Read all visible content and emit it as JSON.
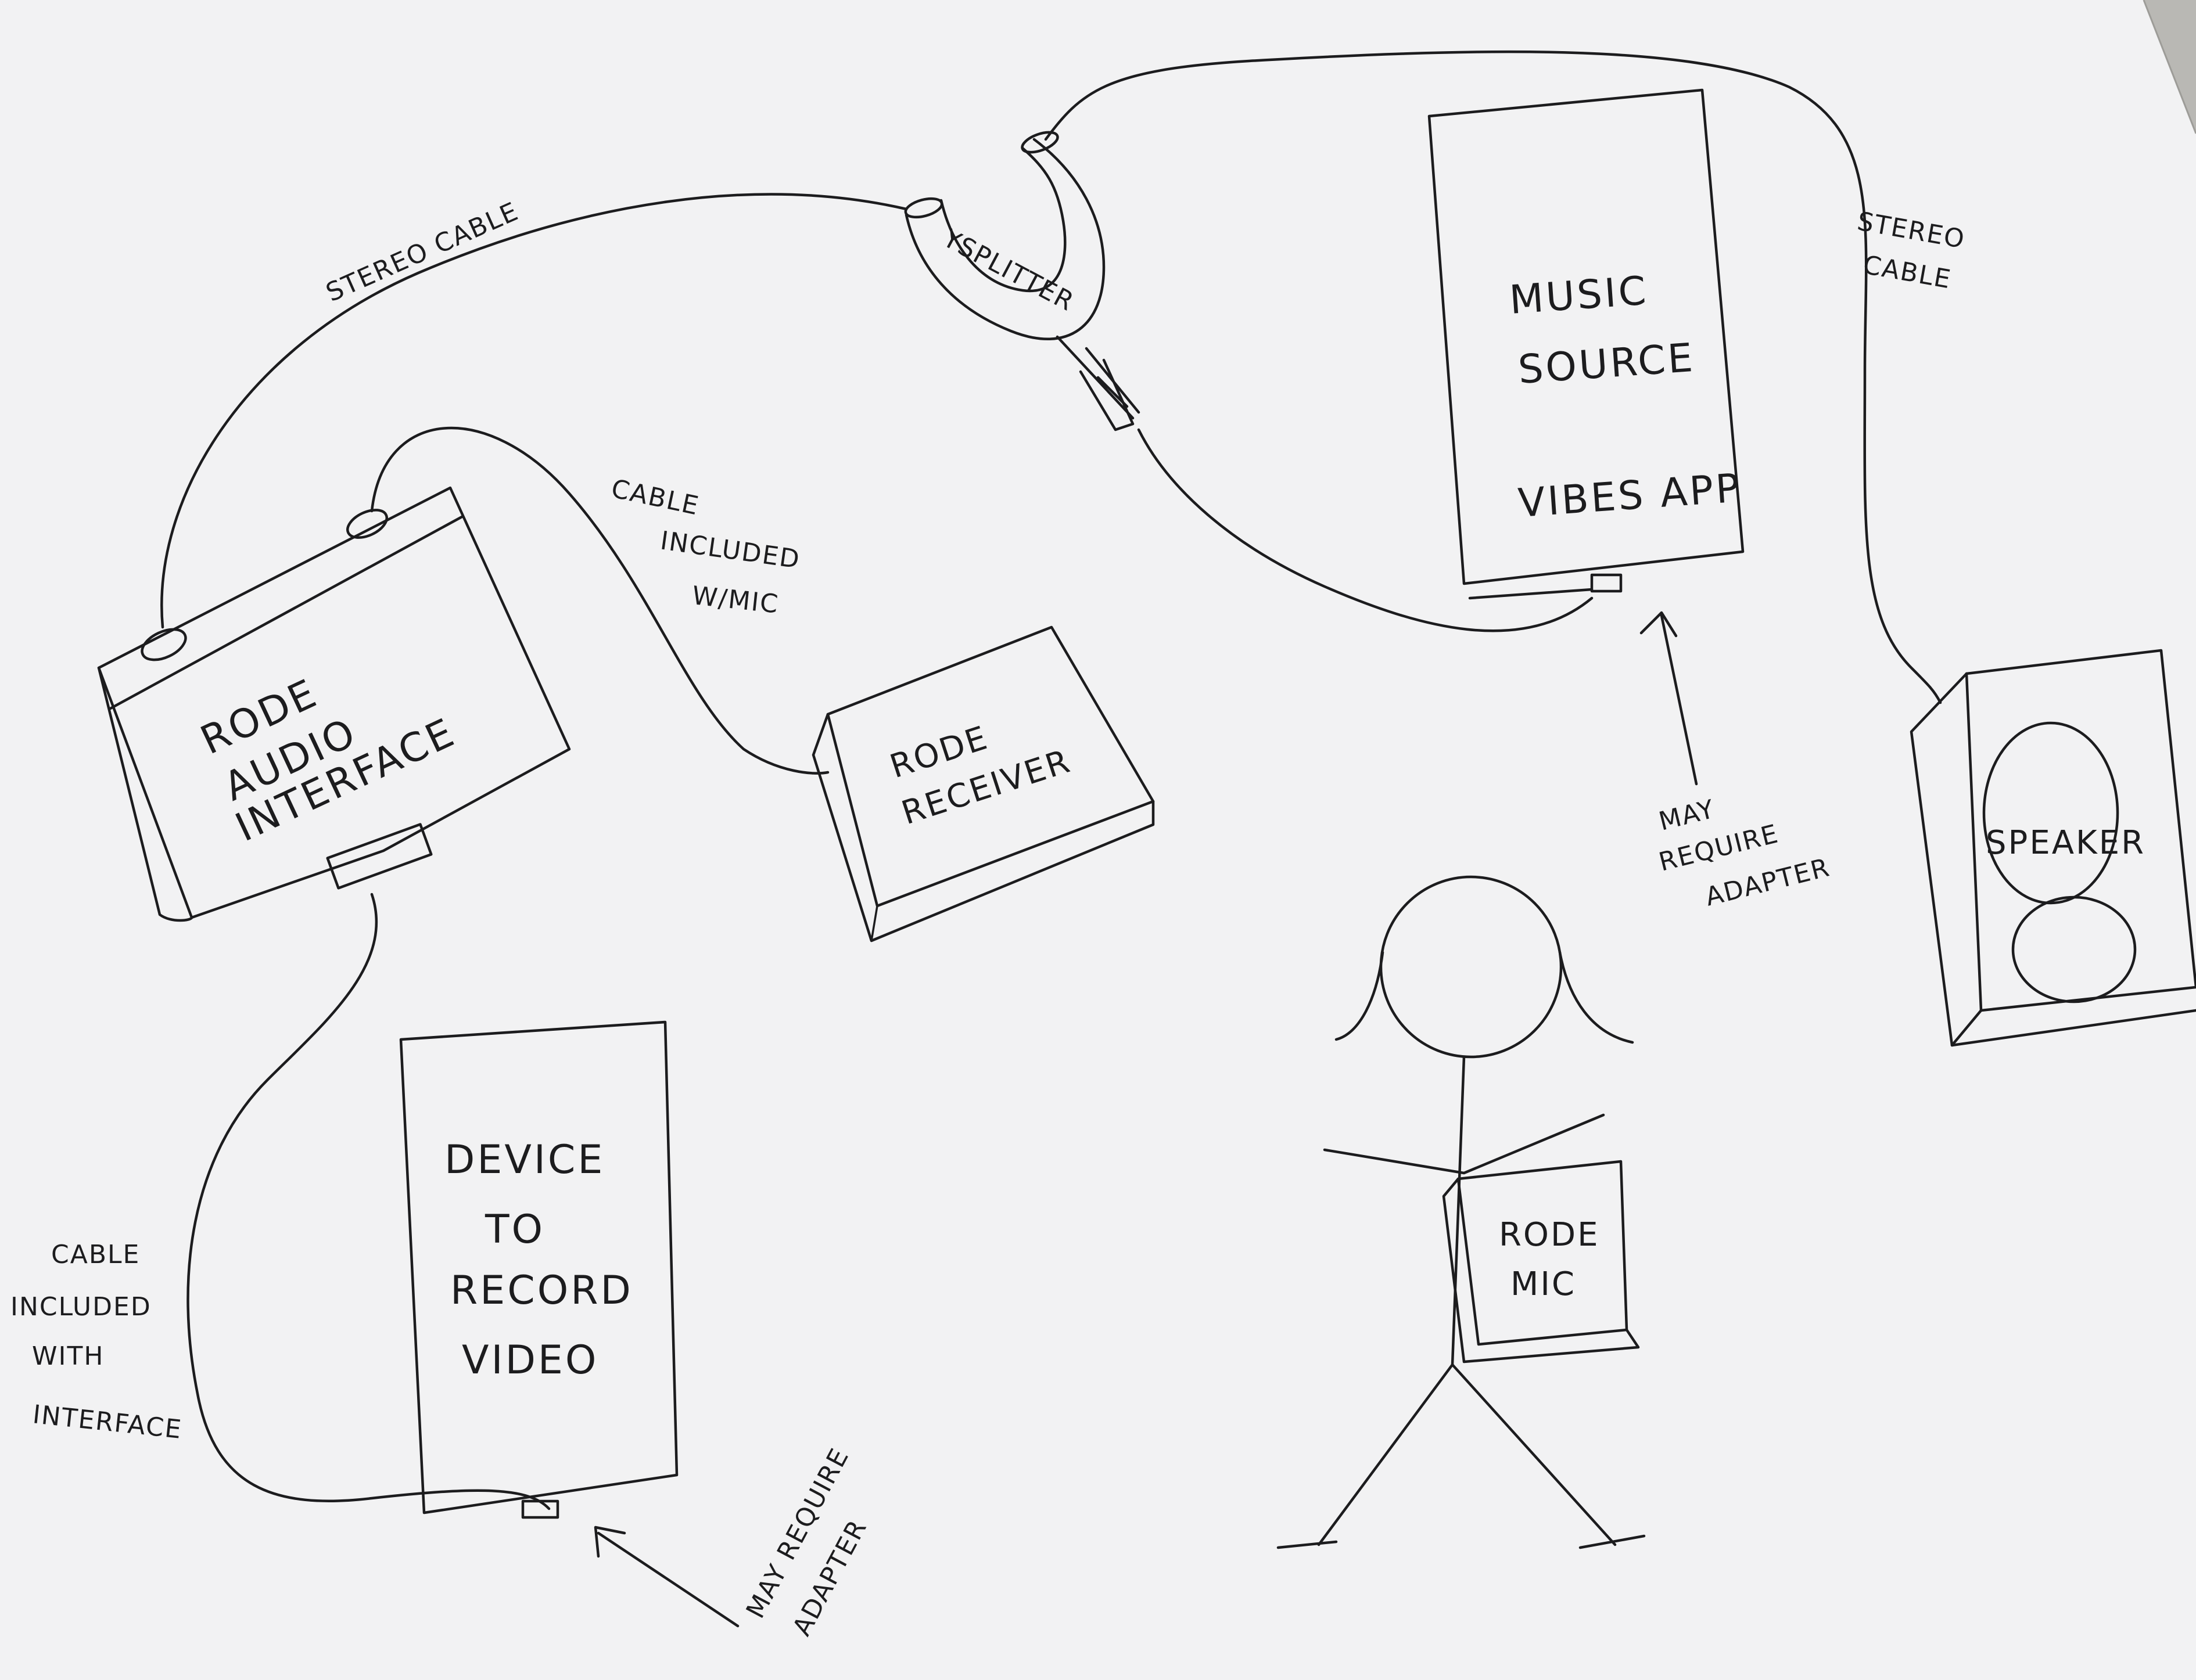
{
  "diagram": {
    "nodes": {
      "audio_interface": [
        "RODE",
        "AUDIO",
        "INTERFACE"
      ],
      "receiver": [
        "RODE",
        "RECEIVER"
      ],
      "music_source": [
        "MUSIC",
        "SOURCE"
      ],
      "music_app": "VIBES APP",
      "speaker": "SPEAKER",
      "record_device": [
        "DEVICE",
        "TO",
        "RECORD",
        "VIDEO"
      ],
      "mic": [
        "RODE",
        "MIC"
      ],
      "splitter": "YSPLITTER"
    },
    "edge_labels": {
      "stereo_cable_left": "STEREO CABLE",
      "stereo_cable_right": [
        "STEREO",
        "CABLE"
      ],
      "cable_with_mic": [
        "CABLE",
        "INCLUDED",
        "W/MIC"
      ],
      "cable_with_interface": [
        "CABLE",
        "INCLUDED",
        "WITH",
        "INTERFACE"
      ],
      "adapter_music": [
        "MAY",
        "REQUIRE",
        "ADAPTER"
      ],
      "adapter_device": [
        "MAY REQUIRE",
        "ADAPTER"
      ]
    }
  },
  "colors": {
    "paper": "#f2f2f3",
    "ink": "#1c1c1e",
    "background": "#b9b8b4"
  }
}
